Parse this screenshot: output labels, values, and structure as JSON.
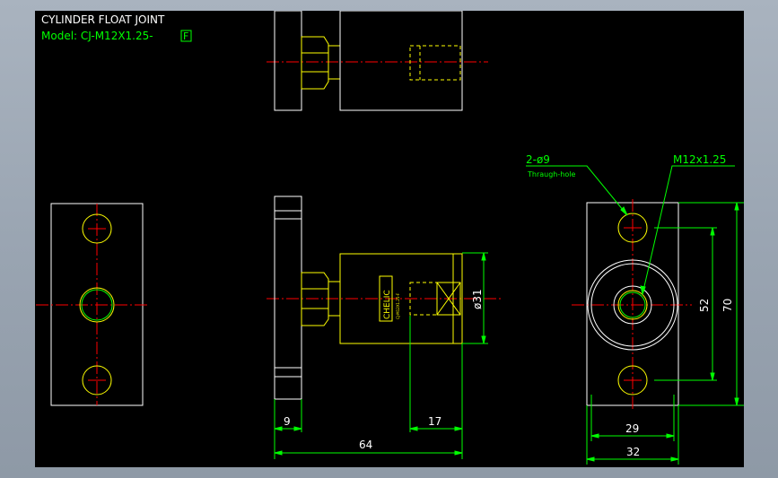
{
  "title": {
    "line1": "CYLINDER FLOAT JOINT",
    "line2_prefix": "Model: CJ-M12X1.25-",
    "line2_boxed": "F"
  },
  "side_view": {
    "brand_text": "CHELIC",
    "brand_subtext": "CJ-M12X1.25-F"
  },
  "dimensions": {
    "flange_thickness": "9",
    "thread_depth": "17",
    "overall_length": "64",
    "body_diameter": "ø31",
    "hole_spacing_inner": "52",
    "flange_height": "70",
    "hole_span": "29",
    "flange_width": "32"
  },
  "callouts": {
    "holes": "2-ø9",
    "holes_note": "Thraugh-hole",
    "thread": "M12x1.25"
  },
  "colors": {
    "outline": "#ffffff",
    "yellow": "#ffff00",
    "center_line": "#ff0000",
    "dimension": "#00ff00",
    "background": "#000000"
  }
}
